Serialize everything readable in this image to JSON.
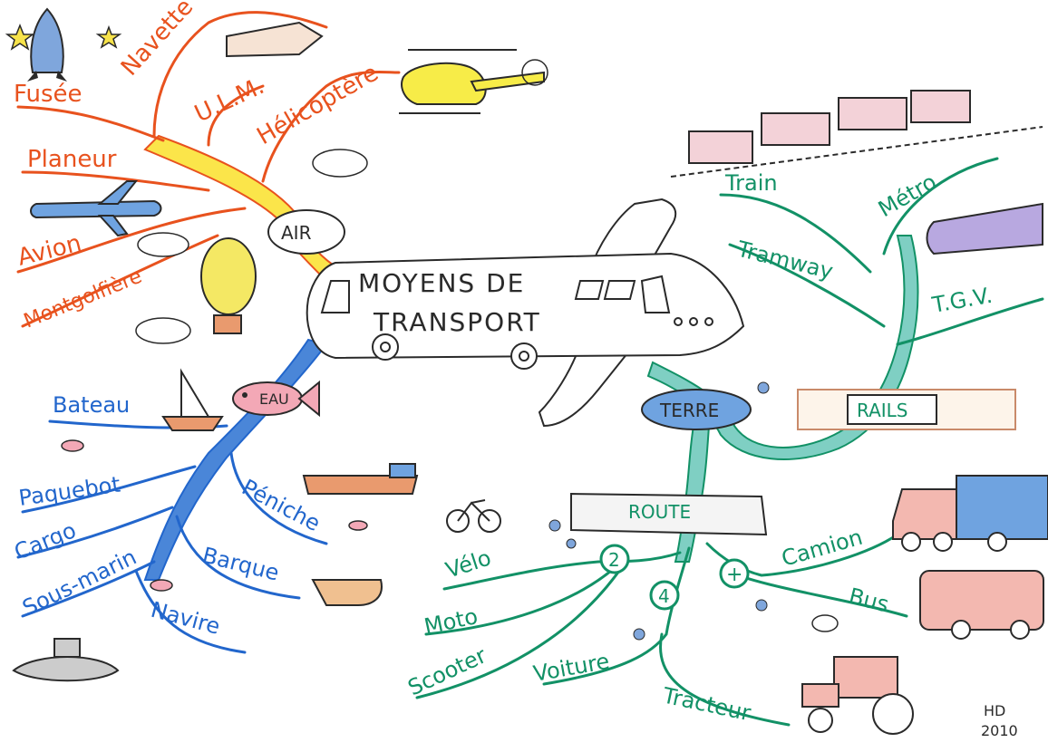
{
  "title_line1": "MOYENS DE",
  "title_line2": "TRANSPORT",
  "colors": {
    "air": "#e8521e",
    "air_fill": "#fbe54a",
    "eau": "#2266cc",
    "eau_fill": "#4a86d8",
    "terre": "#129166",
    "terre_fill": "#7fcfc3",
    "ink": "#2a2a2a"
  },
  "air": {
    "label": "AIR",
    "items": [
      "Fusée",
      "Navette",
      "U.L.M.",
      "Hélicoptère",
      "Planeur",
      "Avion",
      "Montgolfière"
    ]
  },
  "eau": {
    "label": "EAU",
    "items": [
      "Bateau",
      "Paquebot",
      "Cargo",
      "Sous-marin",
      "Navire",
      "Barque",
      "Péniche"
    ]
  },
  "terre": {
    "label": "TERRE",
    "rails": {
      "label": "RAILS",
      "items": [
        "Train",
        "Métro",
        "Tramway",
        "T.G.V."
      ]
    },
    "route": {
      "label": "ROUTE",
      "two": {
        "label": "2",
        "items": [
          "Vélo",
          "Moto",
          "Scooter"
        ]
      },
      "four": {
        "label": "4",
        "items": [
          "Voiture",
          "Tracteur"
        ]
      },
      "plus": {
        "label": "+",
        "items": [
          "Camion",
          "Bus"
        ]
      }
    }
  },
  "signature": {
    "initials": "HD",
    "year": "2010"
  }
}
